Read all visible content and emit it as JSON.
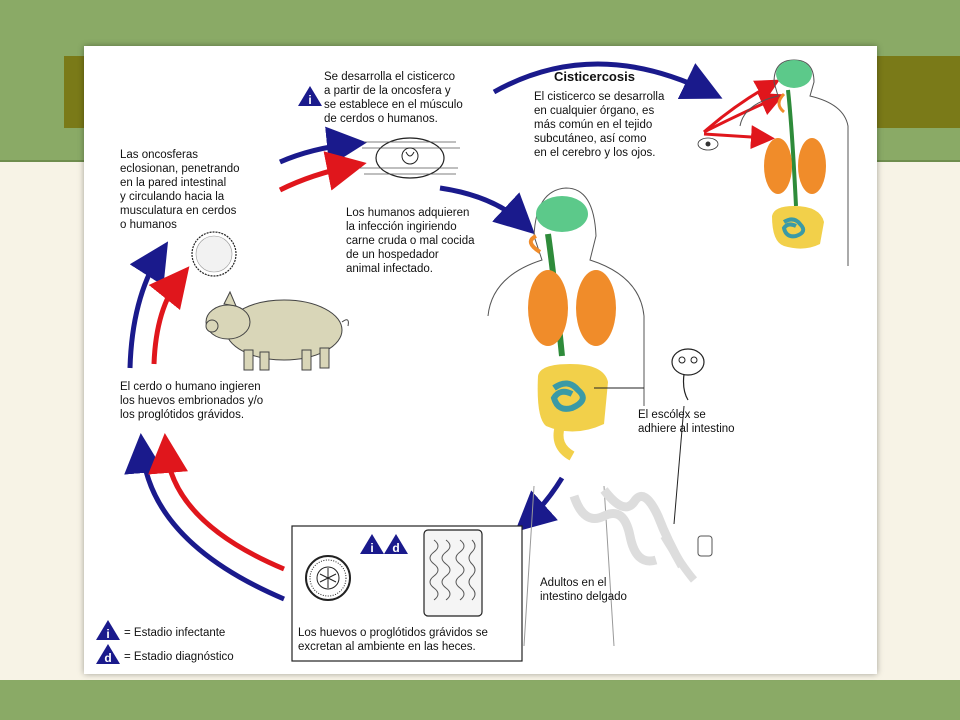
{
  "labels": {
    "cisticerco": "Se desarrolla el cisticerco\na partir de la oncosfera y\nse establece en el músculo\nde cerdos o humanos.",
    "cisticercosis_title": "Cisticercosis",
    "cisticercosis_text": "El cisticerco se desarrolla\nen cualquier órgano, es\nmás común en el tejido\nsubcutáneo, así como\nen el cerebro y los ojos.",
    "oncosferas": "Las oncosferas\neclosionan, penetrando\nen la pared intestinal\ny circulando hacia la\nmusculatura en cerdos\no humanos",
    "humanos_adquieren": "Los humanos adquieren\nla infección ingiriendo\ncarne cruda o mal cocida\nde un hospedador\nanimal infectado.",
    "cerdo_ingiere": "El cerdo o humano ingieren\nlos huevos embrionados y/o\nlos proglótidos grávidos.",
    "escolex": "El escólex se\nadhiere al intestino",
    "adultos": "Adultos en el\nintestino delgado",
    "huevos_excretan": "Los huevos o proglótidos grávidos se\nexcretan al ambiente en las heces.",
    "legend_infectante": "= Estadio infectante",
    "legend_diagnostico": "= Estadio diagnóstico"
  },
  "icons": {
    "infective_letter": "i",
    "diagnostic_letter": "d"
  },
  "colors": {
    "infective_arrow": "#1a1a8c",
    "diagnostic_arrow": "#e0161c",
    "brain": "#5cc98a",
    "lungs": "#f08c2a",
    "intestine_large": "#f2d04a",
    "intestine_small": "#3a9aa6",
    "esophagus": "#2e8b3a"
  }
}
